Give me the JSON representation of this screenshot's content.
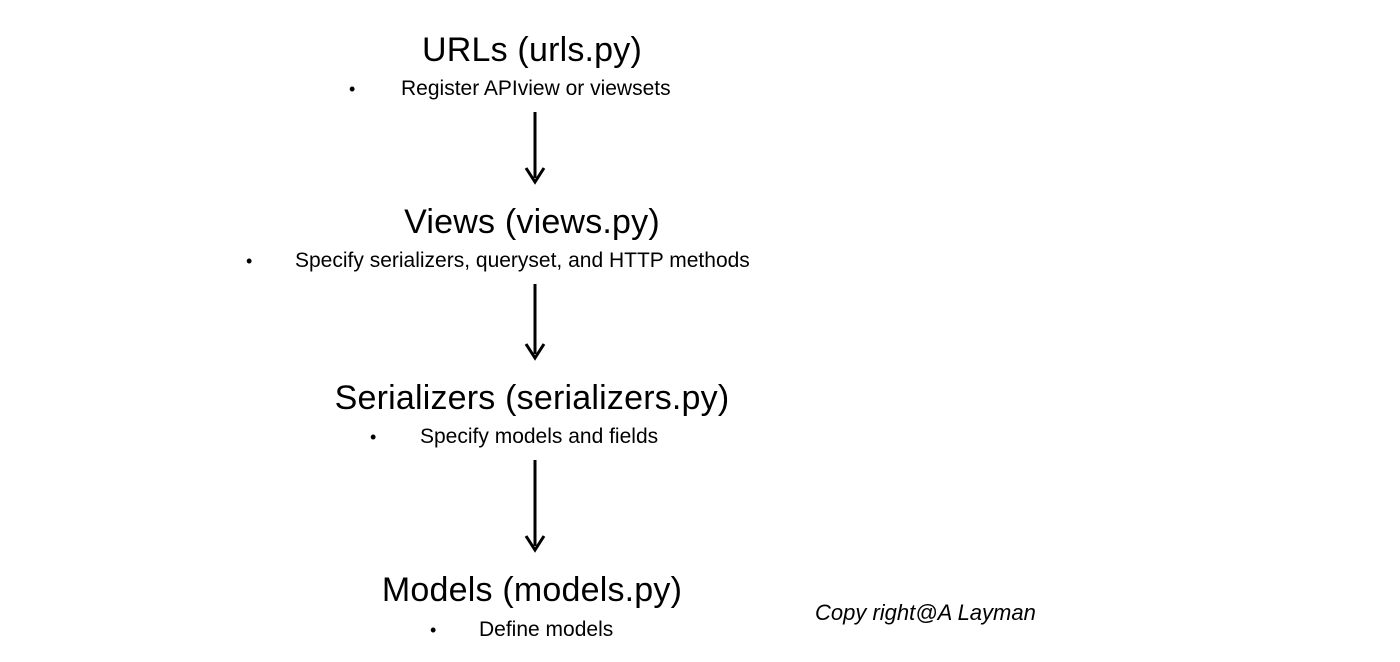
{
  "diagram": {
    "nodes": [
      {
        "title": "URLs (urls.py)",
        "bullet": "•",
        "description": "Register APIview or viewsets"
      },
      {
        "title": "Views (views.py)",
        "bullet": "•",
        "description": "Specify serializers, queryset, and HTTP methods"
      },
      {
        "title": "Serializers (serializers.py)",
        "bullet": "•",
        "description": "Specify models and fields"
      },
      {
        "title": "Models (models.py)",
        "bullet": "•",
        "description": "Define models"
      }
    ],
    "edges": [
      {
        "from": "URLs (urls.py)",
        "to": "Views (views.py)"
      },
      {
        "from": "Views (views.py)",
        "to": "Serializers (serializers.py)"
      },
      {
        "from": "Serializers (serializers.py)",
        "to": "Models (models.py)"
      }
    ],
    "copyright": "Copy right@A Layman"
  }
}
